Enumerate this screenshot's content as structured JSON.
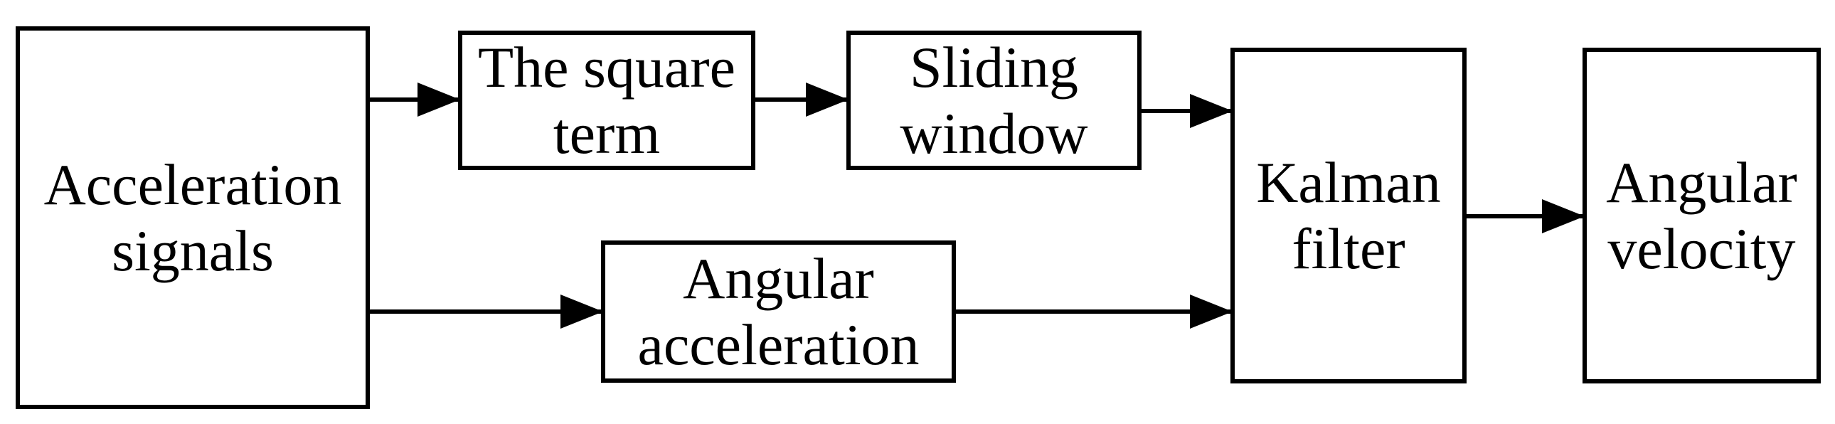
{
  "diagram": {
    "nodes": {
      "accel": {
        "line1": "Acceleration",
        "line2": "signals"
      },
      "square": {
        "line1": "The square",
        "line2": "term"
      },
      "sliding": {
        "line1": "Sliding",
        "line2": "window"
      },
      "angacc": {
        "line1": "Angular",
        "line2": "acceleration"
      },
      "kalman": {
        "line1": "Kalman",
        "line2": "filter"
      },
      "angvel": {
        "line1": "Angular",
        "line2": "velocity"
      }
    },
    "edges": [
      {
        "from": "accel",
        "to": "square"
      },
      {
        "from": "square",
        "to": "sliding"
      },
      {
        "from": "sliding",
        "to": "kalman"
      },
      {
        "from": "accel",
        "to": "angacc"
      },
      {
        "from": "angacc",
        "to": "kalman"
      },
      {
        "from": "kalman",
        "to": "angvel"
      }
    ],
    "colors": {
      "stroke": "#000000",
      "background": "#ffffff"
    }
  }
}
